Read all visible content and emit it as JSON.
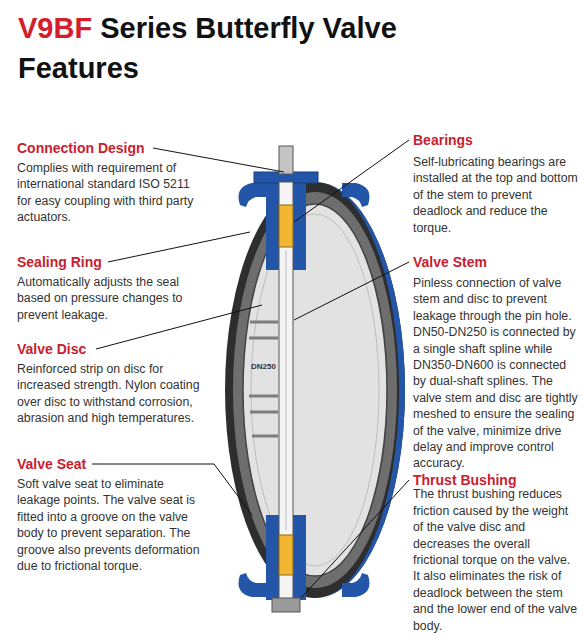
{
  "diagram": {
    "title": "V9BF Series Butterfly Valve Features",
    "labels": [
      "Connection Design",
      "Complies with requirement of international standard ISO 5211 for easy coupling with third party actuators.",
      "Sealing Ring",
      "Automatically adjusts the seal based on pressure changes to prevent leakage.",
      "Valve Disc",
      "Reinforced strip on disc for increased strength. Nylon coating over disc to withstand corrosion, abrasion and high temperatures.",
      "Valve Seat",
      "Soft valve seat to eliminate leakage points. The valve seat is fitted into a groove on the valve body to prevent separation. The groove also prevents deformation due to frictional torque.",
      "Bearings",
      "Self-lubricating bearings are installed at the top and bottom of the stem to prevent deadlock and reduce the torque.",
      "Valve Stem",
      "Pinless connection of valve stem and disc to prevent leakage through the pin hole. DN50-DN250 is connected by a single shaft spline while DN350-DN600 is connected by dual-shaft splines. The valve stem and disc are tightly meshed to ensure the sealing of the valve, minimize drive delay and improve control accuracy.",
      "Thrust Bushing",
      "The thrust bushing reduces friction caused by the weight of the valve disc and decreases the overall frictional torque on the valve. It also eliminates the risk of deadlock between the stem and the lower end of the valve body.",
      "DN250"
    ]
  }
}
